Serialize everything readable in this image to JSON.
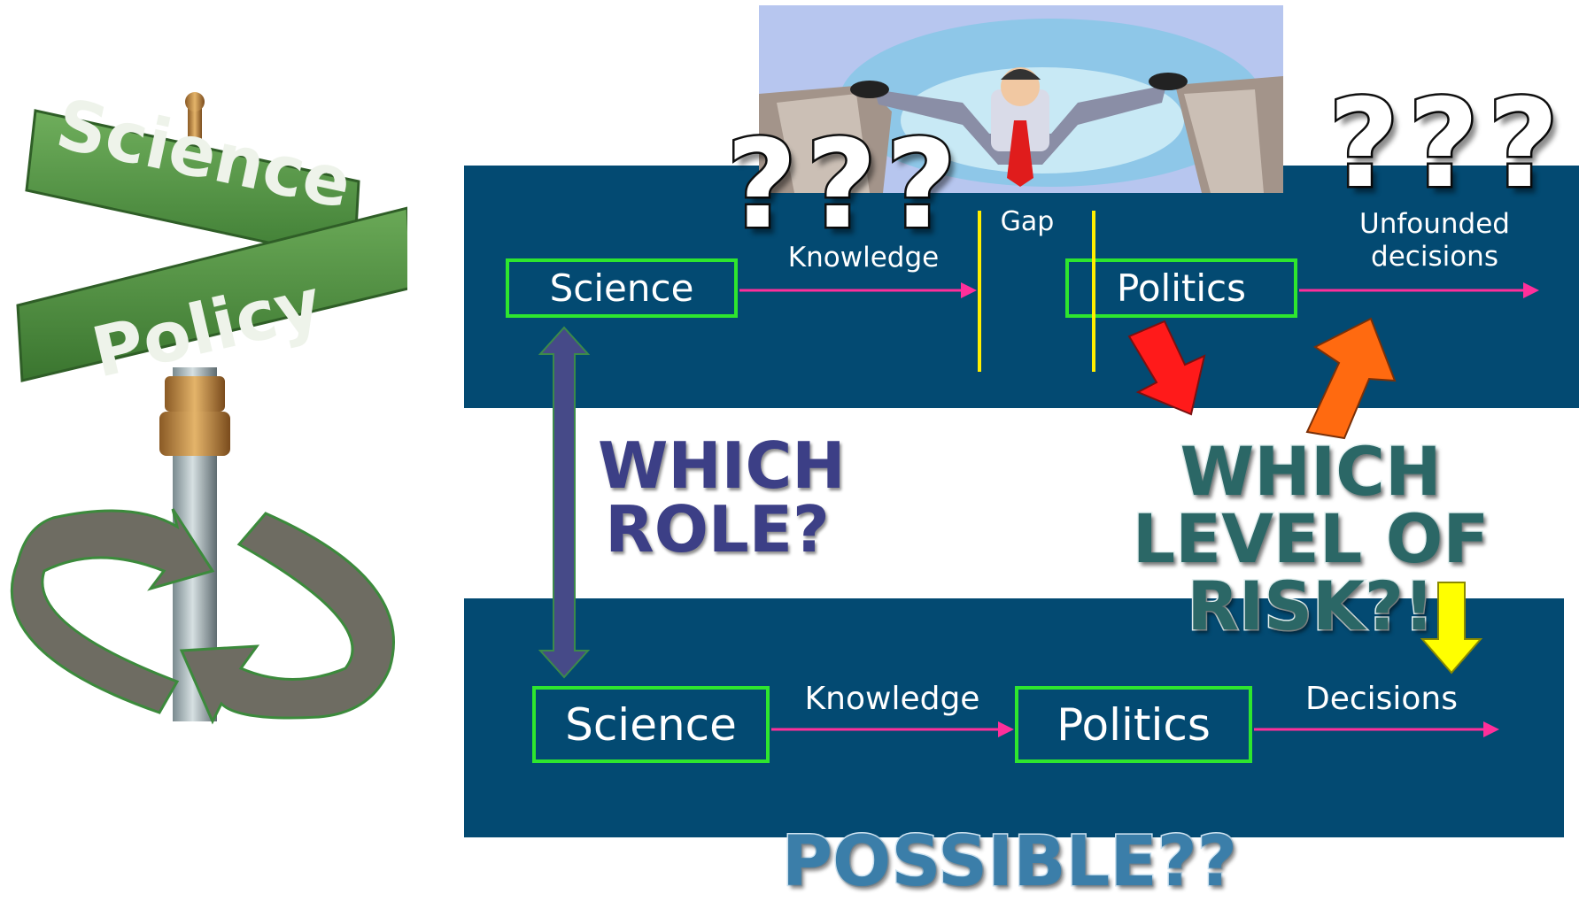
{
  "street_sign": {
    "top_sign": "Science",
    "bottom_sign": "Policy"
  },
  "top_panel": {
    "science_label": "Science",
    "knowledge_label": "Knowledge",
    "gap_label": "Gap",
    "politics_label": "Politics",
    "outcome_label": "Unfounded\ndecisions",
    "question_marks_left": "???",
    "question_marks_right": "???"
  },
  "bottom_panel": {
    "science_label": "Science",
    "knowledge_label": "Knowledge",
    "politics_label": "Politics",
    "decisions_label": "Decisions"
  },
  "callouts": {
    "which_role_line1": "WHICH",
    "which_role_line2": "ROLE?",
    "which_risk_line1": "WHICH",
    "which_risk_line2": "LEVEL OF",
    "which_risk_line3": "RISK?!",
    "possible": "POSSIBLE??"
  },
  "colors": {
    "panel": "#034a72",
    "box_border": "#2ee62e",
    "flow_arrow": "#ff2f9a",
    "gap_line": "#ffee00",
    "down_arrow_red": "#ff1a1a",
    "up_arrow_orange": "#ff6a10",
    "down_arrow_yellow": "#ffff00",
    "role_arrow": "#464a88",
    "cycle_arrows": "#6e6c62"
  },
  "icons": [
    "street-sign-icon",
    "cycle-arrows-icon",
    "gap-jumper-clipart-icon"
  ]
}
